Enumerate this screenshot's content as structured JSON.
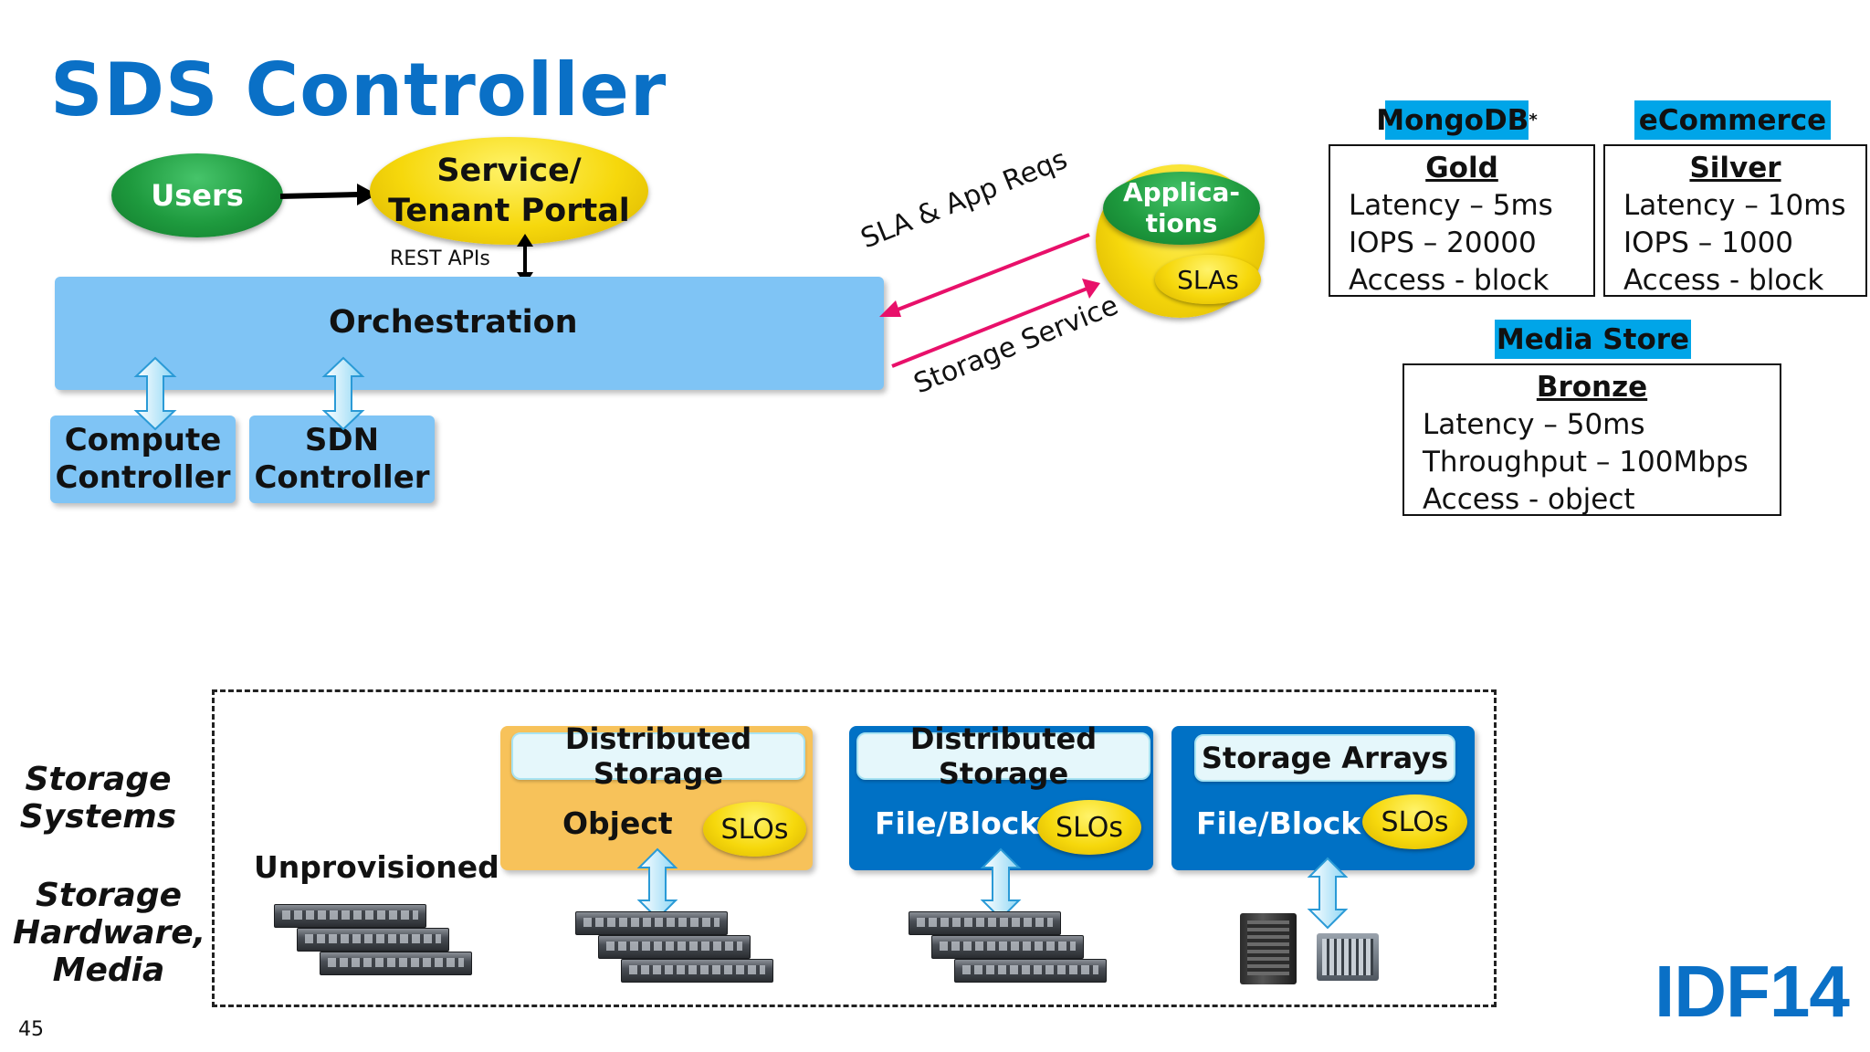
{
  "title": "SDS Controller",
  "users": "Users",
  "portal": {
    "line1": "Service/",
    "line2": "Tenant Portal"
  },
  "rest_apis": "REST APIs",
  "orchestration": "Orchestration",
  "compute": {
    "line1": "Compute",
    "line2": "Controller"
  },
  "sdn": {
    "line1": "SDN",
    "line2": "Controller"
  },
  "sla_req": "SLA & App Reqs",
  "storage_service": "Storage Service",
  "applications": {
    "line1": "Applica-",
    "line2": "tions",
    "slas": "SLAs"
  },
  "mongodb": {
    "tag": "MongoDB",
    "tag_sup": "*",
    "tier": "Gold",
    "lines": [
      "Latency – 5ms",
      "IOPS – 20000",
      "Access - block"
    ]
  },
  "ecommerce": {
    "tag": "eCommerce",
    "tier": "Silver",
    "lines": [
      "Latency – 10ms",
      "IOPS – 1000",
      "Access - block"
    ]
  },
  "media": {
    "tag": "Media Store",
    "tier": "Bronze",
    "lines": [
      "Latency – 50ms",
      "Throughput – 100Mbps",
      "Access - object"
    ]
  },
  "left_labels": {
    "systems_1": "Storage",
    "systems_2": "Systems",
    "hardware_1": "Storage",
    "hardware_2": "Hardware,",
    "hardware_3": "Media"
  },
  "unprovisioned": "Unprovisioned",
  "panels": [
    {
      "head": "Distributed Storage",
      "type": "Object",
      "slo": "SLOs",
      "color": "#f7c25a"
    },
    {
      "head": "Distributed Storage",
      "type": "File/Block",
      "slo": "SLOs",
      "color": "#0071c5"
    },
    {
      "head": "Storage Arrays",
      "type": "File/Block",
      "slo": "SLOs",
      "color": "#0071c5"
    }
  ],
  "page_number": "45",
  "logo": "IDF14",
  "colors": {
    "title_blue": "#0a70c6",
    "arrow_pink": "#e8106a",
    "tag_blue": "#00a5e8"
  }
}
